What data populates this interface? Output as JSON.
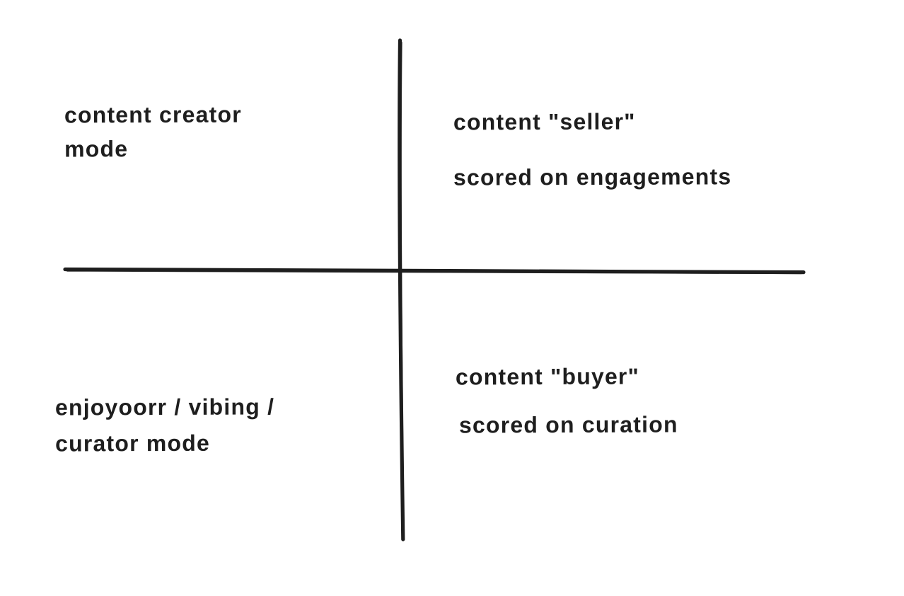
{
  "diagram": {
    "type": "quadrant",
    "background_color": "#ffffff",
    "stroke_color": "#1e1e1e",
    "axes": {
      "vertical_axis": "vertical divider line",
      "horizontal_axis": "horizontal divider line"
    },
    "quadrants": {
      "top_left": {
        "label": "content creator\nmode"
      },
      "top_right": {
        "title": "content \"seller\"",
        "subtitle": "scored on engagements"
      },
      "bottom_left": {
        "label": "enjoyoorr / vibing /\ncurator mode"
      },
      "bottom_right": {
        "title": "content \"buyer\"",
        "subtitle": "scored on curation"
      }
    }
  }
}
